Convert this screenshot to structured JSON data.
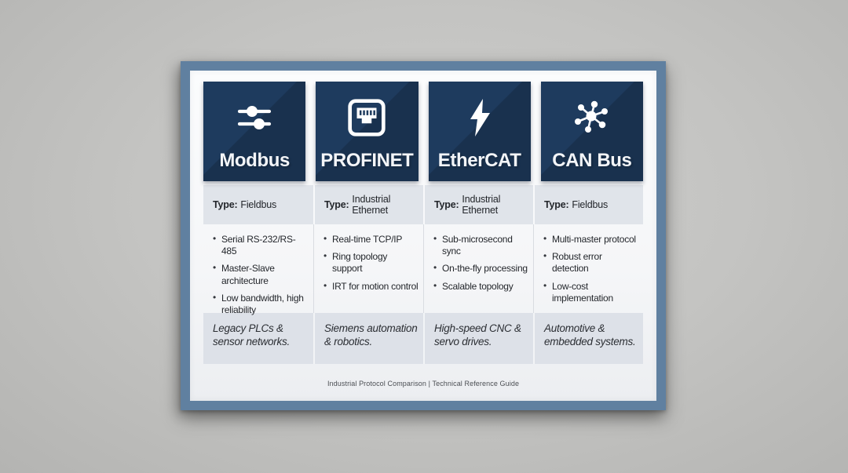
{
  "poster": {
    "title_footer": "Industrial Protocol Comparison | Technical Reference Guide",
    "type_label": "Type:",
    "columns": [
      {
        "name": "Modbus",
        "icon": "sliders-icon",
        "type_value": "Fieldbus",
        "features": [
          "Serial RS-232/RS-485",
          "Master-Slave architecture",
          "Low bandwidth, high reliability"
        ],
        "use_case": "Legacy PLCs & sensor networks."
      },
      {
        "name": "PROFINET",
        "icon": "ethernet-port-icon",
        "type_value": "Industrial Ethernet",
        "features": [
          "Real-time TCP/IP",
          "Ring topology support",
          "IRT for motion control"
        ],
        "use_case": "Siemens automation & robotics."
      },
      {
        "name": "EtherCAT",
        "icon": "lightning-bolt-icon",
        "type_value": "Industrial Ethernet",
        "features": [
          "Sub-microsecond sync",
          "On-the-fly processing",
          "Scalable topology"
        ],
        "use_case": "High-speed CNC & servo drives."
      },
      {
        "name": "CAN Bus",
        "icon": "network-hub-icon",
        "type_value": "Fieldbus",
        "features": [
          "Multi-master protocol",
          "Robust error detection",
          "Low-cost implementation"
        ],
        "use_case": "Automotive & embedded systems."
      }
    ],
    "colors": {
      "wall_gray": "#c4c4c2",
      "frame_blue": "#6080a0",
      "mat_white": "#f7f8fa",
      "tile_navy": "#1e3b5e",
      "band_gray": "#e0e4ea",
      "band_gray_dark": "#dde1e8",
      "text_dark": "#24272c",
      "text_white": "#f3f5f8"
    }
  }
}
